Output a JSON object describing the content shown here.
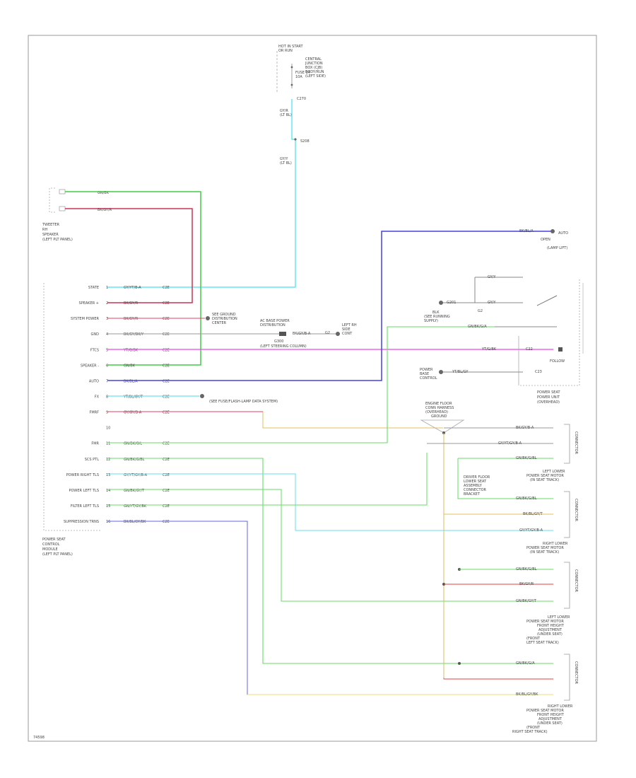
{
  "diagram": {
    "page_code": "74598",
    "fuse_block": {
      "title": [
        "HOT IN START",
        "OR RUN"
      ],
      "note": [
        "CENTRAL",
        "JUNCTION",
        "BOX (CJB)",
        "BODY/RUN",
        "(LEFT SIDE)"
      ],
      "fuse": [
        "FUSE 14",
        "10A"
      ],
      "pin": "C270",
      "wire_top": [
        "GY/R",
        "(LT BL)"
      ],
      "splice": "S208",
      "wire_bottom": [
        "GY/Y",
        "(LT BL)"
      ]
    },
    "speaker": {
      "label": [
        "TWEETER",
        "RH",
        "SPEAKER",
        "(LEFT PLT PANEL)"
      ],
      "wires": [
        "GN/BK",
        "BK/GY/R"
      ]
    },
    "module": {
      "label": [
        "POWER SEAT",
        "CONTROL",
        "MODULE",
        "(LEFT PLT PANEL)"
      ],
      "pins": [
        "STATE",
        "SPEAKER +",
        "SYSTEM POWER",
        "GND",
        "FTCS",
        "SPEAKER -",
        "AUTO",
        "FX",
        "FMRF",
        "",
        "FMR",
        "SCS PTL",
        "POWER RIGHT TLS",
        "POWER LEFT TLS",
        "FILTER LEFT TLS",
        "SUPPRESSION TRNS"
      ],
      "pin_numbers": [
        "1",
        "2",
        "3",
        "4",
        "5",
        "6",
        "7",
        "8",
        "9",
        "10",
        "11",
        "12",
        "13",
        "14",
        "15",
        "16"
      ],
      "wire_colors": [
        "GY/YT/B-A",
        "BK/GY/R",
        "BK/GY/R",
        "BK/GY/BK/Y",
        "YT/G/BK",
        "GN/BK",
        "BK/BL/A",
        "YT/BL/GY/T",
        "GY/GY/B-A",
        "",
        "GN/BK/G/L",
        "GN/BK/G/BL",
        "GY/YT/GY/B-A",
        "GN/BK/GY/T",
        "GN/YT/GY/BK",
        "BK/BL/GY/BK"
      ],
      "circuits": [
        "C2E",
        "C2E",
        "C2E",
        "C2E",
        "C2E",
        "C2E",
        "C2E",
        "C2E",
        "C2E",
        "",
        "C2E",
        "C2E",
        "C2E",
        "C2E",
        "C2E",
        "C2E"
      ]
    },
    "ground_callouts": {
      "g1": [
        "SEE GROUND",
        "DISTRIBUTION",
        "CENTER"
      ],
      "main": [
        "AC BASE POWER",
        "DISTRIBUTION"
      ],
      "main_wire": "BK/GY/B-A",
      "main_code": "G300",
      "main_note": "(LEFT STEERING COLUMN)",
      "g2_code": "G2",
      "g2": [
        "LEFT RH",
        "SIDE",
        "CONT"
      ],
      "fuse_ref": "(SEE FUSE/FLASH-LAMP DATA SYSTEM)"
    },
    "right_module": {
      "top_wire": "BK/BL/A",
      "top_label": [
        "AUTO",
        "OPEN"
      ],
      "side": "(LAMP LIFT)",
      "feed1": "GY/Y",
      "feed2": "GY/Y",
      "feed_code": "G201",
      "feed_code2": "G2",
      "feed_labels": [
        "BLK",
        "(SEE RUNNING",
        "SUPPLY)"
      ],
      "grn_wire": "GN/BK/G/A",
      "pink_wire": "YT/G/BK",
      "fx_wire": "YT/BL/GY",
      "fx_code": "C22",
      "fx_label": "FOLLOW",
      "fx_sub": "C23",
      "fx_note": [
        "POWER",
        "BASE",
        "CONTROL"
      ],
      "label": [
        "POWER SEAT",
        "POWER UNIT"
      ],
      "sub": "(OVERHEAD)"
    },
    "splice_box": {
      "label": [
        "ENGINE FLOOR",
        "CONN HARNESS",
        "(OVERHEAD)",
        "GROUND"
      ],
      "wires": [
        "BK/GY/B-A",
        "GY/YT/GY/B-A",
        "GN/BK/G/BL"
      ],
      "connector_labels": [
        "CONNECTOR",
        "CONNECTOR",
        "CONNECTOR",
        "CONNECTOR"
      ]
    },
    "seats": [
      {
        "label": [
          "LEFT LOWER",
          "POWER SEAT MOTOR",
          "(IN SEAT TRACK)"
        ],
        "lines": [
          "GN/BK/G/BL",
          "BK/BL/GY/T",
          "GY/YT/GY/B-A"
        ],
        "sub_label": [
          "DRIVER FLOOR",
          "LOWER SEAT",
          "ASSEMBLY",
          "CONNECTOR",
          "BRACKET"
        ]
      },
      {
        "label": [
          "RIGHT LOWER",
          "POWER SEAT MOTOR",
          "(IN SEAT TRACK)"
        ],
        "lines": [
          "GN/BK/G/BL",
          "BK/GY/R",
          "GN/BK/GY/T"
        ]
      },
      {
        "label": [
          "LEFT LOWER",
          "POWER SEAT MOTOR",
          "FRONT HEIGHT",
          "ADJUSTMENT",
          "(UNDER SEAT)",
          "(FRONT",
          "LEFT SEAT TRACK)"
        ],
        "lines": [
          "GN/BK/G/A",
          "BK/BL/GY/BK"
        ]
      },
      {
        "label": [
          "RIGHT LOWER",
          "POWER SEAT MOTOR",
          "FRONT HEIGHT",
          "ADJUSTMENT",
          "(UNDER SEAT)",
          "(FRONT",
          "RIGHT SEAT TRACK)"
        ]
      }
    ]
  }
}
